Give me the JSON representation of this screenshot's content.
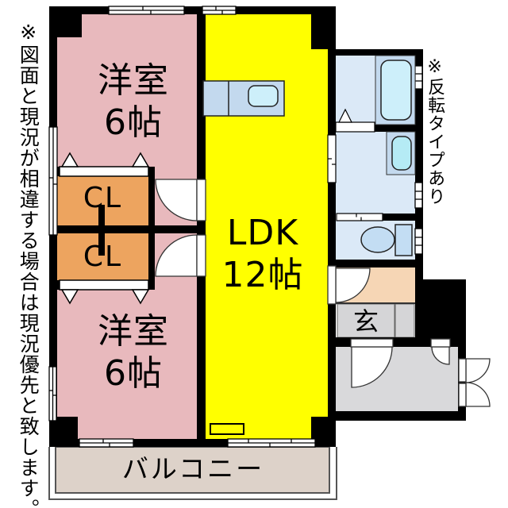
{
  "floor_plan": {
    "bedroom_top": {
      "name": "洋室",
      "size": "6帖"
    },
    "bedroom_bottom": {
      "name": "洋室",
      "size": "6帖"
    },
    "ldk": {
      "name": "LDK",
      "size": "12帖"
    },
    "closet_top": {
      "label": "CL"
    },
    "closet_bottom": {
      "label": "CL"
    },
    "entrance": {
      "label": "玄"
    },
    "balcony": {
      "label": "バルコニー"
    }
  },
  "notes": {
    "left_vertical": "※図面と現況が相違する場合は現況優先と致します。",
    "right_vertical": "※反転タイプあり"
  },
  "colors": {
    "bedroom_pink": "#e8b9bd",
    "ldk_yellow": "#ffff00",
    "closet_orange": "#eda45f",
    "entry_peach": "#f6d6b5",
    "wet_room_blue": "#dbe9f7",
    "counter_blue": "#c3d9ee",
    "fixture_cyan": "#cdeffa",
    "sink_cyan": "#b5ebf5",
    "toilet_blue": "#c3ddf3",
    "genkan_gray": "#d5d5d7",
    "hall_gray": "#d9d9db",
    "balcony_beige": "#ddd2c9",
    "wall_black": "#000000"
  }
}
